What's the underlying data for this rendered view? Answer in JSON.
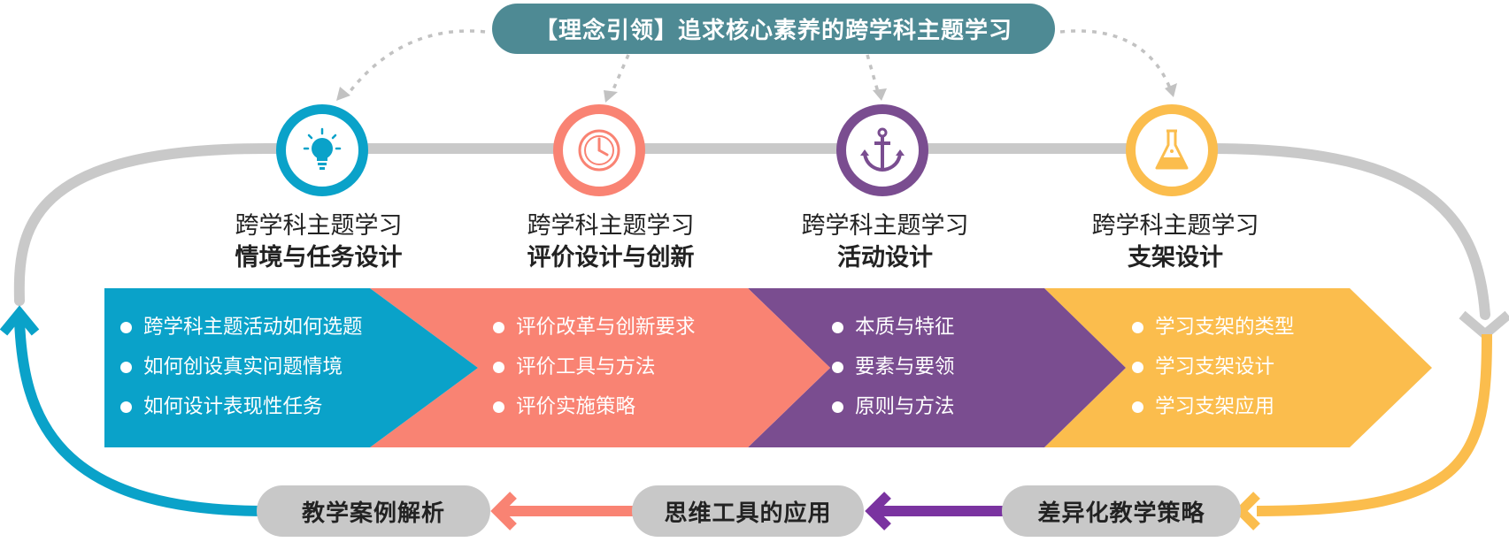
{
  "title": "【理念引领】追求核心素养的跨学科主题学习",
  "columns": [
    {
      "icon": "lightbulb-icon",
      "color": "#0aa2c9",
      "subtitle": "跨学科主题学习",
      "heading": "情境与任务设计",
      "items": [
        "跨学科主题活动如何选题",
        "如何创设真实问题情境",
        "如何设计表现性任务"
      ]
    },
    {
      "icon": "clock-icon",
      "color": "#f98373",
      "subtitle": "跨学科主题学习",
      "heading": "评价设计与创新",
      "items": [
        "评价改革与创新要求",
        "评价工具与方法",
        "评价实施策略"
      ]
    },
    {
      "icon": "anchor-icon",
      "color": "#7a4d90",
      "subtitle": "跨学科主题学习",
      "heading": "活动设计",
      "items": [
        "本质与特征",
        "要素与要领",
        "原则与方法"
      ]
    },
    {
      "icon": "flask-icon",
      "color": "#fbbd4d",
      "subtitle": "跨学科主题学习",
      "heading": "支架设计",
      "items": [
        "学习支架的类型",
        "学习支架设计",
        "学习支架应用"
      ]
    }
  ],
  "bottom": {
    "left": "教学案例解析",
    "middle": "思维工具的应用",
    "right": "差异化教学策略"
  },
  "colors": {
    "track": "#c9c9c9",
    "title_bg": "#4e8a94",
    "pill_bg": "#c8c8c8"
  }
}
